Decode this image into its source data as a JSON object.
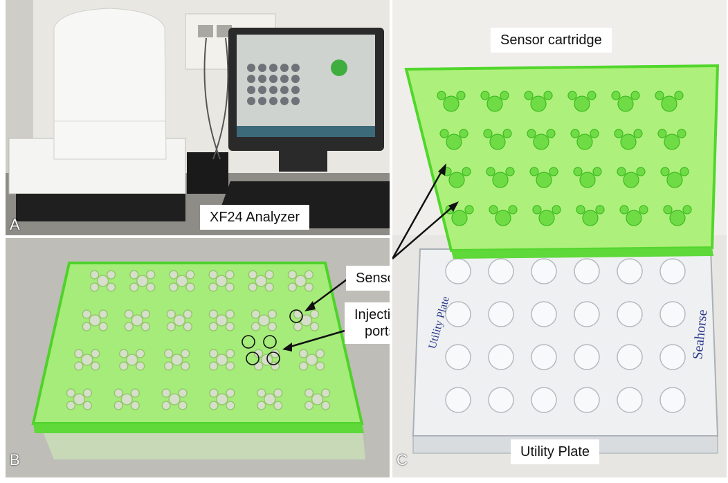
{
  "panels": {
    "a": {
      "letter": "A",
      "label": "XF24 Analyzer"
    },
    "b": {
      "letter": "B",
      "label_sensors": "Sensors",
      "label_injection_line1": "Injection",
      "label_injection_line2": "ports"
    },
    "c": {
      "letter": "C",
      "label_top": "Sensor cartridge",
      "label_bottom": "Utility Plate",
      "plate_text_left": "Utility Plate",
      "plate_text_right": "Seahorse"
    }
  },
  "colors": {
    "cartridge_green": "#7ee05a",
    "bench": "#8f8e89",
    "wall": "#e8e6e0",
    "label_bg": "#ffffff"
  }
}
